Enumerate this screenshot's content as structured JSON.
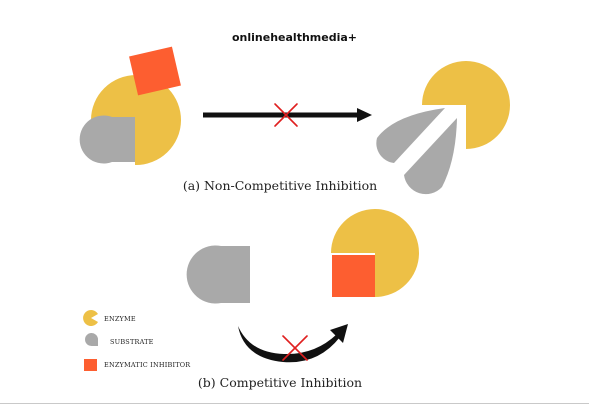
{
  "brand": "onlinehealthmedia+",
  "captions": {
    "non_competitive": "(a) Non-Competitive Inhibition",
    "competitive": "(b) Competitive Inhibition"
  },
  "legend": {
    "enzyme": "ENZYME",
    "substrate": "SUBSTRATE",
    "inhibitor": "ENZYMATIC INHIBITOR"
  },
  "colors": {
    "enzyme": "#edc046",
    "substrate": "#a9a9a9",
    "inhibitor": "#fd5e30",
    "arrow": "#111111",
    "blocked_mark": "#e02020"
  }
}
